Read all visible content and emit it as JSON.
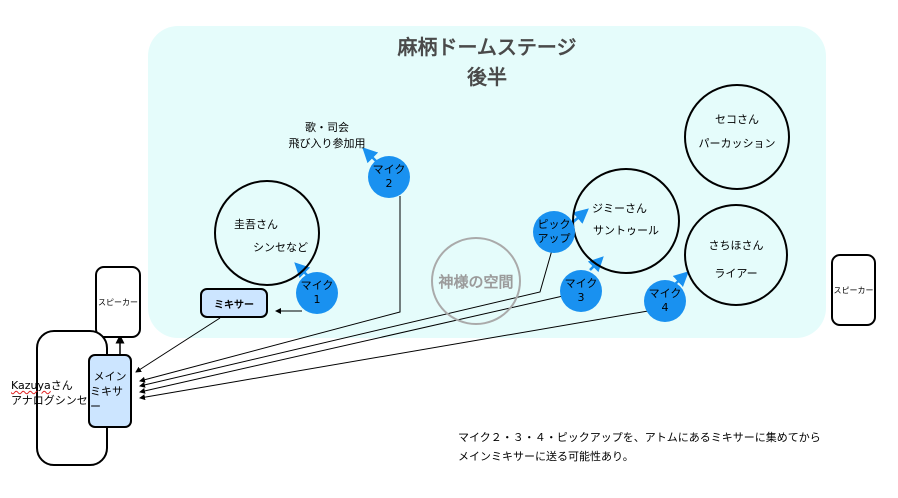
{
  "stage": {
    "title_line1": "麻柄ドームステージ",
    "title_line2": "後半"
  },
  "performers": {
    "keigo": {
      "name": "圭吾さん",
      "role": "シンセなど"
    },
    "jimmy": {
      "name": "ジミーさん",
      "role": "サントゥール"
    },
    "seko": {
      "name": "セコさん",
      "role": "パーカッション"
    },
    "sachiho": {
      "name": "さちほさん",
      "role": "ライアー"
    },
    "vocal": {
      "line1": "歌・司会",
      "line2": "飛び入り参加用"
    },
    "kazuya": {
      "name": "Kazuya",
      "name_suffix": "さん",
      "role": "アナログシンセ"
    }
  },
  "god_space": "神様の空間",
  "mics": [
    {
      "label": "マイク",
      "number": "1"
    },
    {
      "label": "マイク",
      "number": "2"
    },
    {
      "label": "マイク",
      "number": "3"
    },
    {
      "label": "マイク",
      "number": "4"
    }
  ],
  "pickup": {
    "line1": "ピック",
    "line2": "アップ"
  },
  "mixer": "ミキサー",
  "main_mixer": {
    "line1": "メイン",
    "line2": "ミキサー"
  },
  "speakers": {
    "left": "スピーカー",
    "right": "スピーカー"
  },
  "note": {
    "line1": "マイク２・３・４・ピックアップを、アトムにあるミキサーに集めてから",
    "line2": "メインミキサーに送る可能性あり。"
  },
  "colors": {
    "stage_bg": "#e5fcfb",
    "mic_fill": "#1991f0",
    "mixer_fill": "#cce5ff",
    "title_text": "#4a4a4a",
    "god_space_text": "#9b9b9b"
  }
}
